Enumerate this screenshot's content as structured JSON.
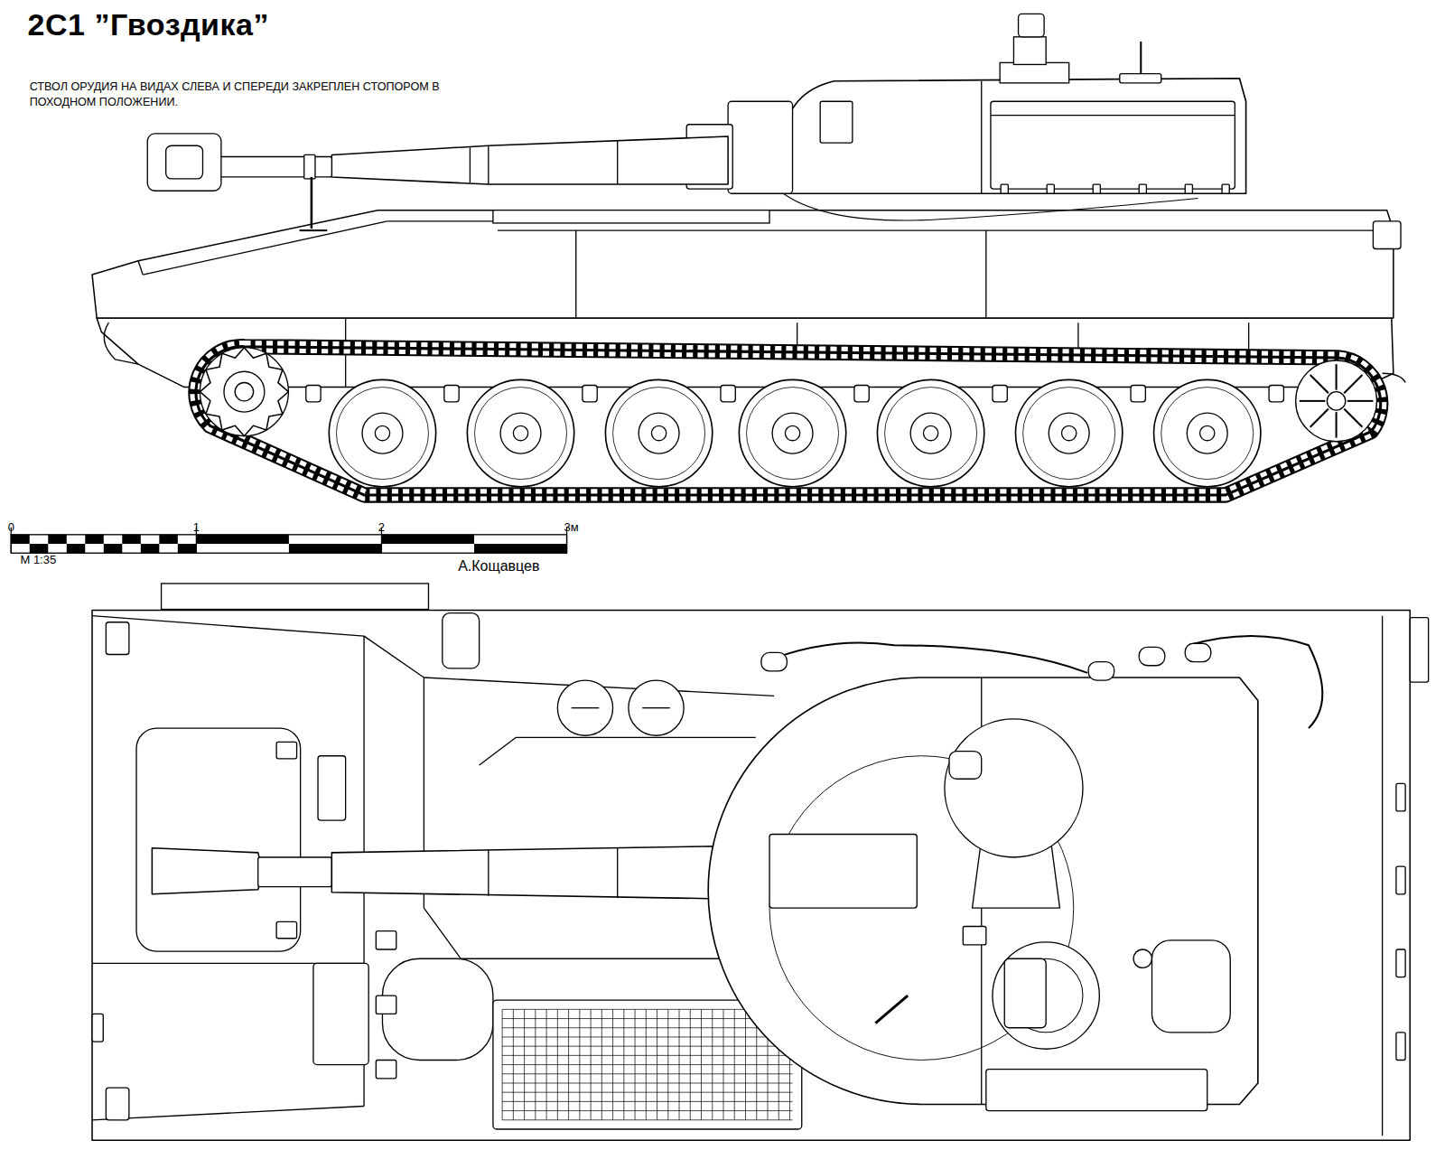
{
  "diagram": {
    "title": "2С1 ”Гвоздика”",
    "labels": [
      "СТВОЛ ОРУДИЯ НА ВИДАХ СЛЕВА И СПЕРЕДИ ЗАКРЕПЛЕН СТОПОРОМ В ПОХОДНОМ ПОЛОЖЕНИИ.",
      "0",
      "1",
      "2",
      "3м",
      "М 1:35",
      "А.Кощавцев"
    ]
  }
}
